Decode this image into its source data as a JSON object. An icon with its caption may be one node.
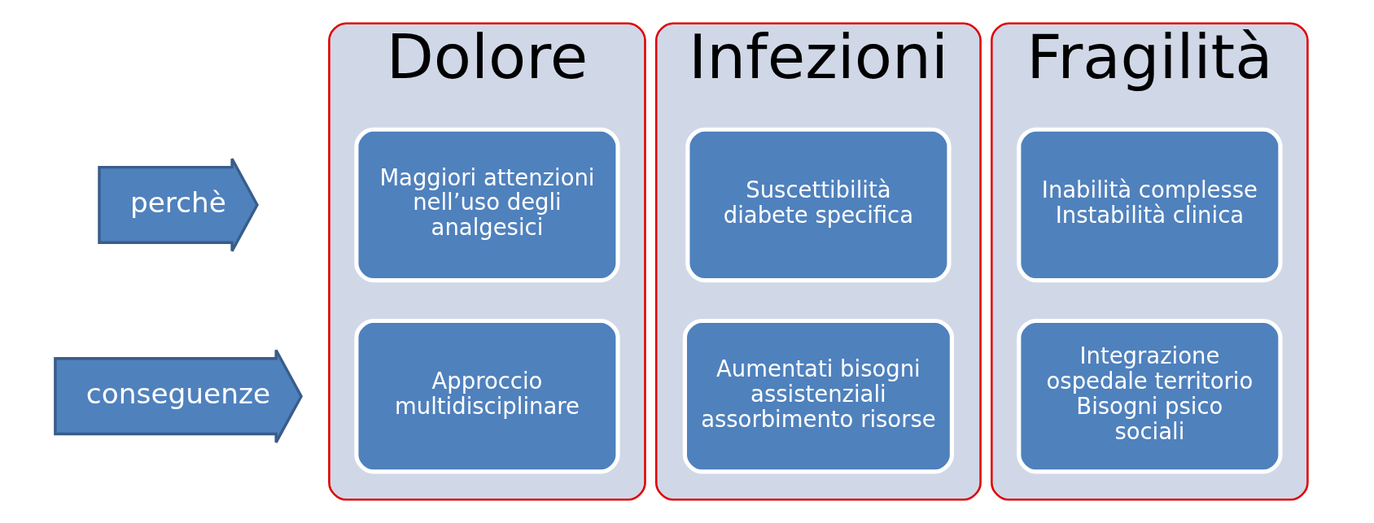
{
  "diagram": {
    "nodes": [
      {
        "text": [
          "perchè"
        ]
      },
      {
        "text": [
          "conseguenze"
        ]
      },
      {
        "text": [
          "Dolore"
        ]
      },
      {
        "text": [
          "Maggiori attenzioni nell’uso degli analgesici"
        ],
        "in": 2
      },
      {
        "text": [
          "Approccio multidisciplinare"
        ],
        "in": 2
      },
      {
        "text": [
          "Infezioni"
        ]
      },
      {
        "text": [
          "Suscettibilità diabete specifica"
        ],
        "in": 5
      },
      {
        "text": [
          "Aumentati bisogni assistenziali assorbimento risorse"
        ],
        "in": 5
      },
      {
        "text": [
          "Fragilità"
        ]
      },
      {
        "text": [
          "Inabilità complesse Instabilità clinica"
        ],
        "in": 8
      },
      {
        "text": [
          "Integrazione ospedale territorio",
          "Bisogni psico sociali"
        ],
        "in": 8
      }
    ],
    "edges": []
  }
}
